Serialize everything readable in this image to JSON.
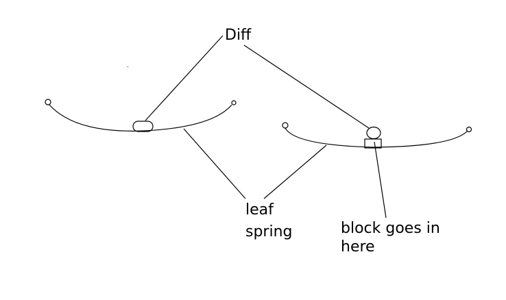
{
  "labels": {
    "diff": "Diff",
    "leaf_spring_line1": "leaf",
    "leaf_spring_line2": "spring",
    "block_line1": "block goes in",
    "block_line2": "here"
  }
}
